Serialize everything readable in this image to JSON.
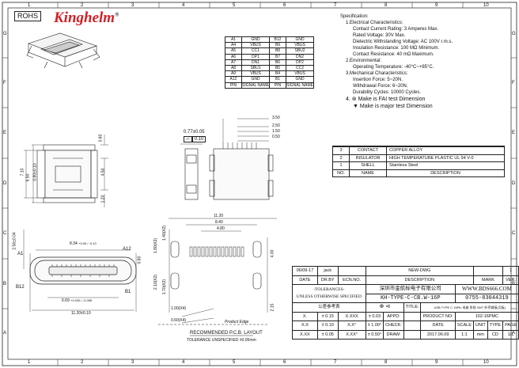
{
  "header": {
    "rohs": "ROHS",
    "brand": "Kinghelm",
    "reg": "®"
  },
  "border": {
    "cols": [
      "1",
      "2",
      "3",
      "4",
      "5",
      "6",
      "7",
      "8",
      "9",
      "10"
    ],
    "rows": [
      "G",
      "F",
      "E",
      "D",
      "C",
      "B",
      "A"
    ]
  },
  "pin_table": {
    "rows": [
      [
        "A1",
        "GND",
        "B12",
        "GND"
      ],
      [
        "A4",
        "VBUS",
        "B9",
        "VBUS"
      ],
      [
        "A5",
        "CC1",
        "B8",
        "SBU2"
      ],
      [
        "A6",
        "DP1",
        "B7",
        "DN2"
      ],
      [
        "A7",
        "DN1",
        "B6",
        "DP2"
      ],
      [
        "A8",
        "SBU1",
        "B5",
        "CC2"
      ],
      [
        "A9",
        "VBUS",
        "B4",
        "VBUS"
      ],
      [
        "A12",
        "GND",
        "B1",
        "GND"
      ],
      [
        "PIN",
        "SIGNAL NAME",
        "PIN",
        "SIGNAL NAME"
      ]
    ]
  },
  "spec": {
    "title": "Specification:",
    "lines": [
      "1.Electrical Characteristics:",
      "Contact Current Rating: 3 Amperes Max.",
      "Rated Voltage:  30V Max.",
      "Dielectric Withstanding Voltage: AC 100V r.m.s.",
      "Insulation Resistance: 100 MΩ Minimum.",
      "Contact Resistance: 40 mΩ Maximum.",
      "2.Environmental:",
      "Operating Temperature: -40°C~+85°C.",
      "3.Mechanical Characteristics:",
      "Insertion Force: 5~20N.",
      "Withdrawal Force: 6~20N.",
      "Durability Cycles: 10000 Cycles."
    ],
    "fai": "4. ⊛ Make is FAI test Dimension",
    "major": "▼ Make is major test Dimension"
  },
  "materials": {
    "rows": [
      [
        "3",
        "CONTACT",
        "COPPER ALLOY"
      ],
      [
        "2",
        "INSULATOR",
        "HIGH TEMPERATURE PLASTIC UL 94 V-0"
      ],
      [
        "1",
        "SHELL",
        "Stainless Steel"
      ],
      [
        "NO.",
        "NAME",
        "DESCRIPTION"
      ]
    ]
  },
  "dims": {
    "d080": "0.80",
    "d710": "7.10",
    "d650": "6.50",
    "d080b": "0.80±0.10",
    "d450": "4.50",
    "d120": "1.20",
    "tol077": "0.77±0.05",
    "flat": "0.10",
    "d350": "3.50",
    "d250": "2.50",
    "d150": "1.50",
    "d050": "0.50",
    "d256": "2.56±0.04",
    "d834": "8.34",
    "d834t": "+0.05 / -0.10",
    "a1": "A1",
    "a12": "A12",
    "b12": "B12",
    "b1": "B1",
    "d669": "6.69",
    "d669t": "+0.045 / -0.055",
    "d1120t": "11.20±0.10",
    "d080c": "0.80",
    "d1120": "11.20",
    "d840": "8.40",
    "d480": "4.80",
    "d180": "1.80(X2)",
    "d140": "1.40(X2)",
    "d210": "2.10(X2)",
    "d170": "1.70(X2)",
    "d400": "4.00",
    "d215": "2.15",
    "d100": "1.00(X4)",
    "d060": "0.60(X4)",
    "edge": "Product Edge",
    "pcb1": "RECOMMENDED  P.C.B. LAYOUT",
    "pcb2": "TOLERANCE UNSPECIFIED ±0.05mm"
  },
  "title_block": {
    "rev_date": "06/09-17",
    "rev_by": "jack",
    "rev_desc": "NEW-DWG",
    "rev_no": "1",
    "h_date": "DATE",
    "h_drby": "DR.BY",
    "h_ecn": "ECN.NO.",
    "h_desc": "DESCRIPTION",
    "h_mark": "MARK",
    "h_ver": "VER.",
    "tol_title": "-TOLERANCES-",
    "tol_sub": "UNLESS OTHERWISE SPECIFIED",
    "company_cn": "深圳市金航标电子有限公司",
    "website": "WWW.BDS666.COM",
    "part": "KH-TYPE-C-CB.W-16P",
    "phone": "0755-83044319",
    "tol_unit": "公差参考表",
    "tol_rows": [
      [
        "X.",
        "± 0.15",
        "X.XXX",
        "± 0.03"
      ],
      [
        "X.X",
        "± 0.10",
        "X.X°",
        "± 1.00°"
      ],
      [
        "X.XX",
        "± 0.05",
        "X.XX°",
        "± 0.50°"
      ]
    ],
    "appd": "APPD:",
    "check": "CHECK:",
    "draw": "DRAW:",
    "title": "TITLE:",
    "title_val": "USB TYPE C 16Pin 母座 卧贴 SMT 外壳铆接(沉板)",
    "prod_no": "PRODUCT NO:",
    "prod_val": "102-16PMC",
    "c_date": "DATE",
    "c_scale": "SCALE",
    "c_unit": "UNIT",
    "c_type": "TYPE",
    "c_page": "PAGE",
    "v_date": "2017.06.09",
    "v_scale": "1:1",
    "v_unit": "mm",
    "v_type": "CD",
    "v_page": "1/1"
  }
}
